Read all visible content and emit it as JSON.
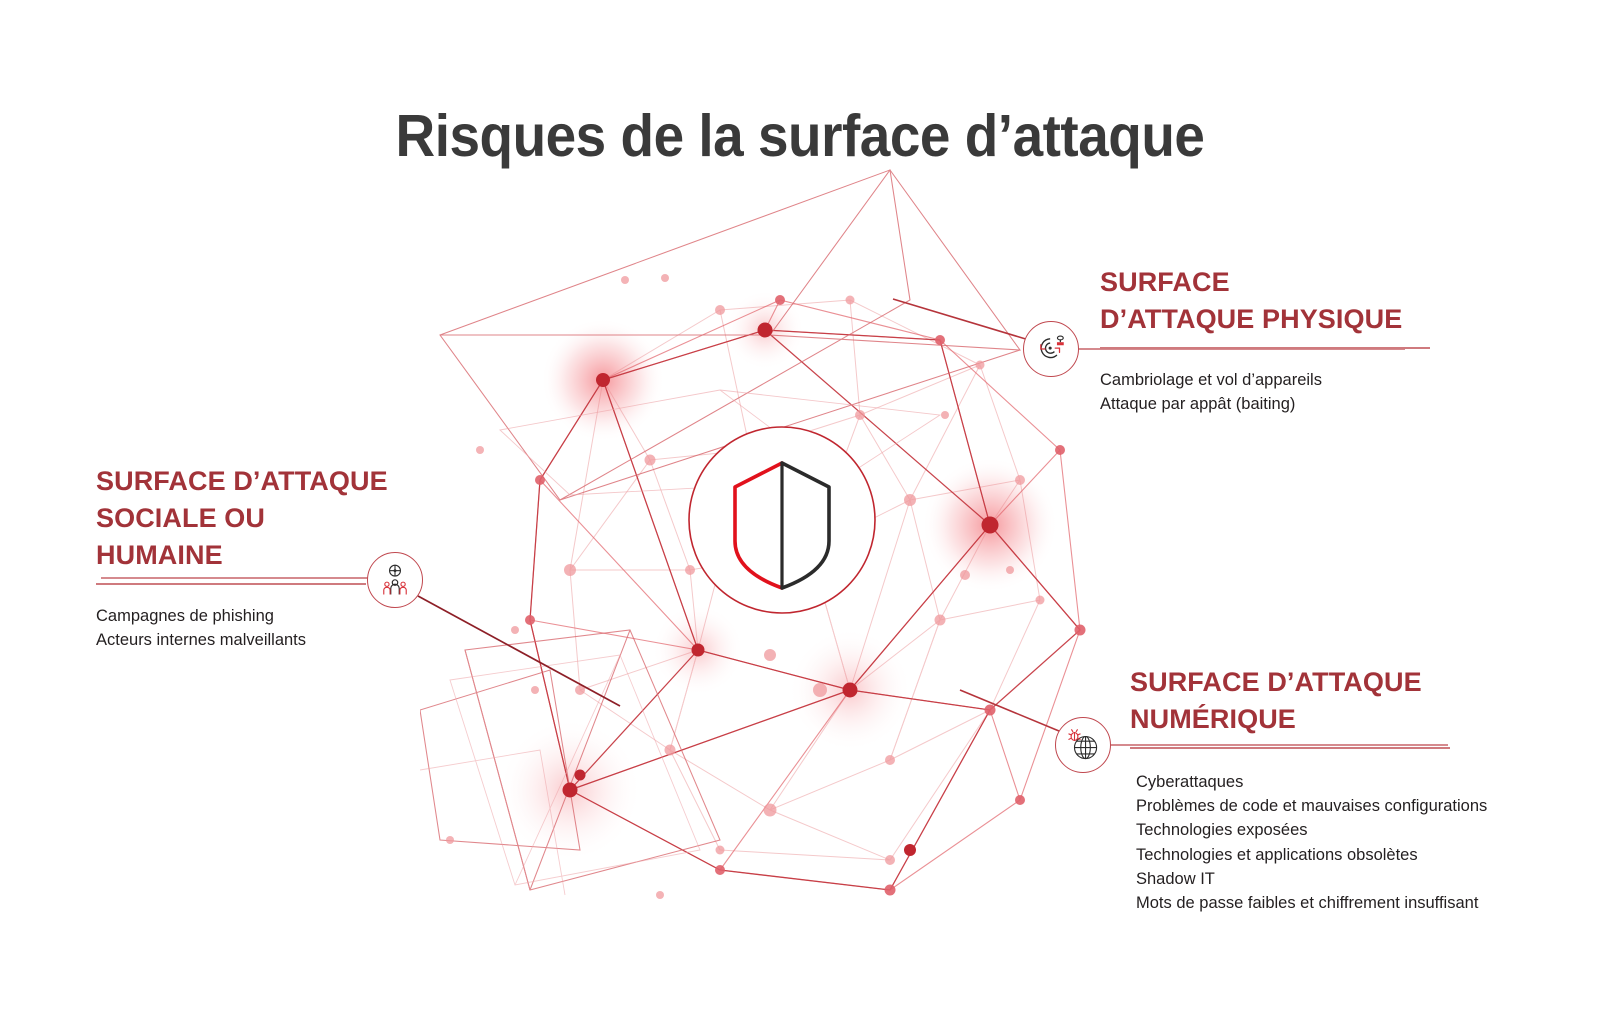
{
  "title": "Risques de la surface d’attaque",
  "colors": {
    "heading_red": "#A23339",
    "rule_red": "#cf7a7e",
    "network_red": "#d2434a",
    "shield_red": "#e1111c",
    "shield_dark": "#2b2b2b",
    "title_gray": "#3a3a3a",
    "body_text": "#231f20"
  },
  "center": {
    "icon": "shield-icon",
    "description": "split shield, left half red outline, right half dark outline inside red circle"
  },
  "callouts": {
    "physical": {
      "id": "surface-attaque-physique",
      "heading": "SURFACE\nD’ATTAQUE PHYSIQUE",
      "icon": "physical-target-device-icon",
      "items": [
        "Cambriolage et vol d’appareils",
        "Attaque par appât (baiting)"
      ]
    },
    "social": {
      "id": "surface-attaque-sociale-ou-humaine",
      "heading": "SURFACE D’ATTAQUE\nSOCIALE OU\nHUMAINE",
      "icon": "people-target-icon",
      "items": [
        "Campagnes de phishing",
        "Acteurs internes malveillants"
      ]
    },
    "digital": {
      "id": "surface-attaque-numerique",
      "heading": "SURFACE D’ATTAQUE\nNUMÉRIQUE",
      "icon": "globe-bug-icon",
      "items": [
        "Cyberattaques",
        "Problèmes de code et mauvaises configurations",
        "Technologies exposées",
        "Technologies et applications obsolètes",
        "Shadow IT",
        "Mots de passe faibles et chiffrement insuffisant"
      ]
    }
  }
}
